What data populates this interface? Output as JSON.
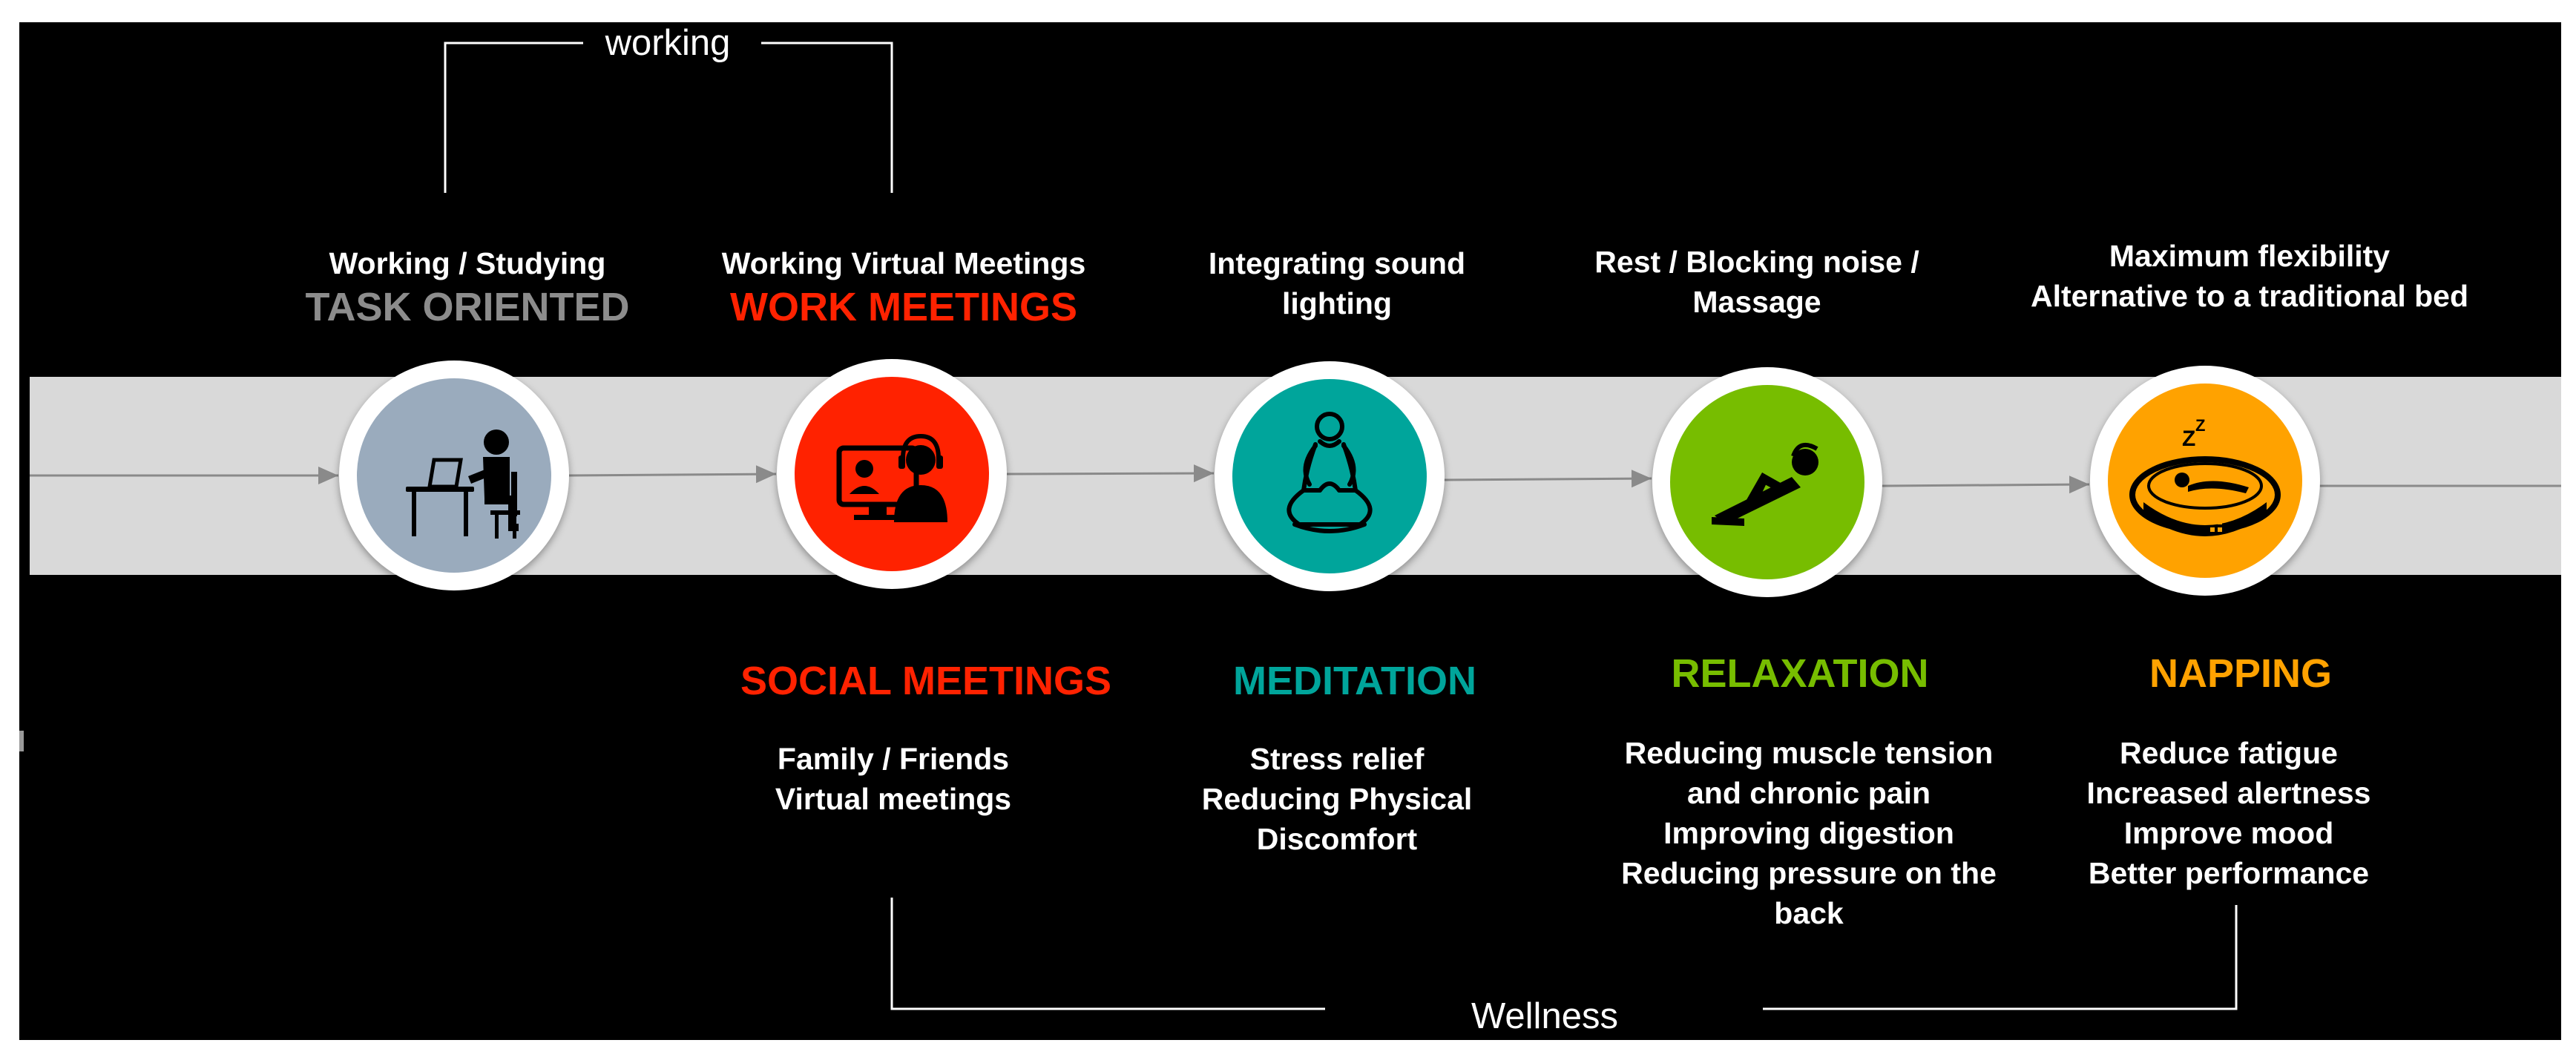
{
  "colors": {
    "background": "#000000",
    "band": "#d9d9d9",
    "task": "#9aabbd",
    "work": "#ff2200",
    "meditation": "#00a59b",
    "relaxation": "#77bd00",
    "napping": "#ffa200",
    "task_label": "#8c8c8c"
  },
  "brackets": {
    "top_label": "working",
    "bottom_label": "Wellness"
  },
  "stages": [
    {
      "icon": "desk-worker-icon",
      "top_lines": [
        "Working / Studying"
      ],
      "category": "TASK ORIENTED",
      "desc_lines": []
    },
    {
      "icon": "video-conference-icon",
      "top_lines": [
        "Working Virtual Meetings"
      ],
      "category": "WORK MEETINGS",
      "category2": "SOCIAL MEETINGS",
      "desc_lines": [
        "Family / Friends",
        "Virtual meetings"
      ]
    },
    {
      "icon": "meditation-icon",
      "top_lines": [
        "Integrating sound",
        "lighting"
      ],
      "category": "MEDITATION",
      "desc_lines": [
        "Stress relief",
        "Reducing Physical",
        "Discomfort"
      ]
    },
    {
      "icon": "reclining-person-icon",
      "top_lines": [
        "Rest / Blocking noise /",
        "Massage"
      ],
      "category": "RELAXATION",
      "desc_lines": [
        "Reducing muscle tension",
        "and chronic pain",
        "Improving digestion",
        "Reducing pressure on the",
        "back"
      ]
    },
    {
      "icon": "napping-pod-icon",
      "top_lines": [
        "Maximum flexibility",
        "Alternative to a traditional bed"
      ],
      "category": "NAPPING",
      "desc_lines": [
        "Reduce fatigue",
        "Increased alertness",
        "Improve mood",
        "Better performance"
      ]
    }
  ]
}
